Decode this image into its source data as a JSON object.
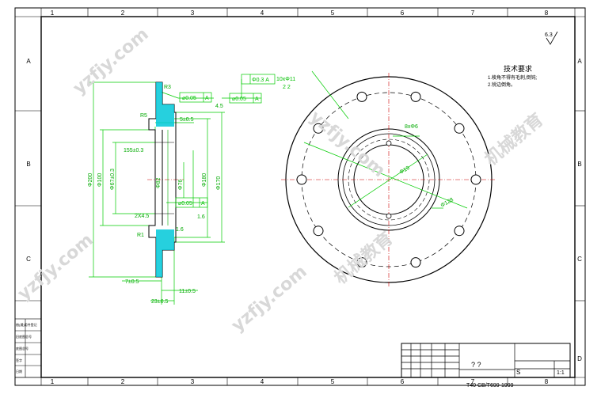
{
  "grid": {
    "columns": [
      "1",
      "2",
      "3",
      "4",
      "5",
      "6",
      "7",
      "8"
    ],
    "rows": [
      "A",
      "B",
      "C",
      "D"
    ]
  },
  "surface_finish": "6.3",
  "tech_requirements": {
    "title": "技术要求",
    "items": [
      "1.棱角不得有毛刺,倒钝;",
      "2.锐边倒角。"
    ]
  },
  "section_view": {
    "gdt": [
      {
        "symbol": "⌀0.05",
        "datum": "A"
      },
      {
        "symbol": "⌀0.05",
        "datum": "A"
      },
      {
        "symbol": "⌀0.05",
        "datum": "A"
      }
    ],
    "hole_callout": "Φ0.3 A",
    "hole_spec": "10xΦ11",
    "hole_count": "2 2",
    "dims": {
      "r3": "R3",
      "r5": "R5",
      "r1": "R1",
      "t5": "5±0.5",
      "d155": "155±0.3",
      "d67": "Φ67±0.3",
      "d100": "Φ100",
      "d200": "Φ200",
      "d180": "Φ180",
      "d170": "Φ170",
      "d82": "Φ82",
      "d76": "Φ76",
      "cham": "2X4.5",
      "t7": "7±0.5",
      "t11": "11±0.5",
      "t23": "23±0.5",
      "ra": "1.6",
      "ra2": "1.6",
      "r45": "4.5"
    }
  },
  "front_view": {
    "label_slot": "8xΦ6",
    "label_pcd": "Φ19",
    "label_bolt": "Φ128"
  },
  "title_block": {
    "name_q1": "? ?",
    "material": "T40 CB/T699-1999",
    "scale": "1:1",
    "sheet_s": "S"
  },
  "left_stamp": {
    "rows": [
      "借(通)用件登记",
      "旧底图总号",
      "底图总号",
      "签字",
      "日期"
    ]
  },
  "watermarks": [
    "yzfjy.com",
    "机械教育"
  ]
}
